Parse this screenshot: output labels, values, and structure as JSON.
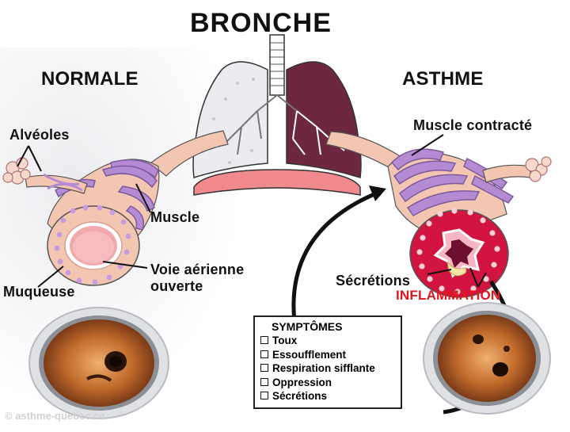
{
  "title": "BRONCHE",
  "left_panel": {
    "heading": "NORMALE",
    "labels": {
      "alveoles": "Alvéoles",
      "muscle": "Muscle",
      "voie_line1": "Voie aérienne",
      "voie_line2": "ouverte",
      "muqueuse": "Muqueuse"
    }
  },
  "right_panel": {
    "heading": "ASTHME",
    "labels": {
      "muscle_contracte": "Muscle contracté",
      "secretions": "Sécrétions",
      "inflammation": "INFLAMMATION"
    }
  },
  "symptoms_box": {
    "heading": "SYMPTÔMES",
    "items": [
      "Toux",
      "Essoufflement",
      "Respiration sifflante",
      "Oppression",
      "Sécrétions"
    ]
  },
  "credit": "© asthme-quebec.ca",
  "colors": {
    "muscle": "#b48ad2",
    "bronchus": "#f3c6b2",
    "inflammation": "#e3141b",
    "lung_asthma": "#6d2840",
    "diaphragm": "#f08a8e"
  },
  "icons": {
    "symptom_bullet": "checkbox-icon",
    "cycle_arrow": "circular-arrow-icon"
  }
}
